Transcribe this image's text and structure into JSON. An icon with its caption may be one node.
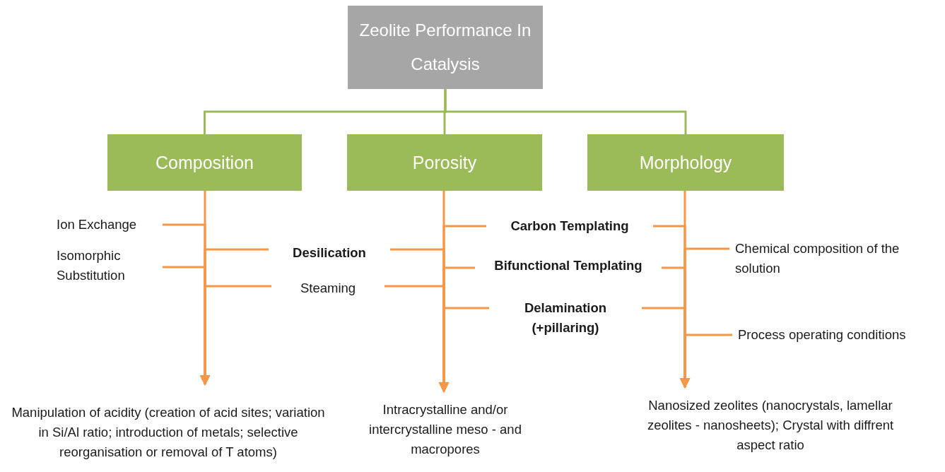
{
  "diagram": {
    "nodes": [
      {
        "text": [
          "Zeolite Performance In Catalysis"
        ]
      },
      {
        "text": [
          "Composition"
        ]
      },
      {
        "text": [
          "Porosity"
        ]
      },
      {
        "text": [
          "Morphology"
        ]
      },
      {
        "text": [
          "Ion Exchange"
        ]
      },
      {
        "text": [
          "Isomorphic Substitution"
        ]
      },
      {
        "text": [
          "Desilication"
        ]
      },
      {
        "text": [
          "Steaming"
        ]
      },
      {
        "text": [
          "Carbon Templating"
        ]
      },
      {
        "text": [
          "Bifunctional Templating"
        ]
      },
      {
        "text": [
          "Delamination (+pillaring)"
        ]
      },
      {
        "text": [
          "Chemical composition of the solution"
        ]
      },
      {
        "text": [
          "Process operating conditions"
        ]
      },
      {
        "text": [
          "Manipulation of acidity (creation of acid sites; variation in Si/Al ratio; introduction of metals; selective reorganisation or removal of T atoms)"
        ]
      },
      {
        "text": [
          "Intracrystalline  and/or intercrystalline meso - and macropores"
        ]
      },
      {
        "text": [
          "Nanosized zeolites (nanocrystals, lamellar zeolites - nanosheets); Crystal with diffrent aspect ratio"
        ]
      }
    ],
    "edges": [
      {
        "from": 0,
        "to": 1,
        "arrow": "none",
        "color": "#9bbb59"
      },
      {
        "from": 0,
        "to": 2,
        "arrow": "none",
        "color": "#9bbb59"
      },
      {
        "from": 0,
        "to": 3,
        "arrow": "none",
        "color": "#9bbb59"
      },
      {
        "from": 1,
        "to": 13,
        "arrow": "to"
      },
      {
        "from": 2,
        "to": 14,
        "arrow": "to"
      },
      {
        "from": 3,
        "to": 15,
        "arrow": "to"
      },
      {
        "from": 4,
        "to": 13,
        "arrow": "to"
      },
      {
        "from": 5,
        "to": 13,
        "arrow": "to"
      },
      {
        "from": 6,
        "to": 13,
        "arrow": "to"
      },
      {
        "from": 6,
        "to": 14,
        "arrow": "to"
      },
      {
        "from": 7,
        "to": 13,
        "arrow": "to"
      },
      {
        "from": 7,
        "to": 14,
        "arrow": "to"
      },
      {
        "from": 8,
        "to": 14,
        "arrow": "to"
      },
      {
        "from": 8,
        "to": 15,
        "arrow": "to"
      },
      {
        "from": 9,
        "to": 14,
        "arrow": "to"
      },
      {
        "from": 9,
        "to": 15,
        "arrow": "to"
      },
      {
        "from": 10,
        "to": 14,
        "arrow": "to"
      },
      {
        "from": 10,
        "to": 15,
        "arrow": "to"
      },
      {
        "from": 11,
        "to": 15,
        "arrow": "to"
      },
      {
        "from": 12,
        "to": 15,
        "arrow": "to"
      }
    ]
  }
}
